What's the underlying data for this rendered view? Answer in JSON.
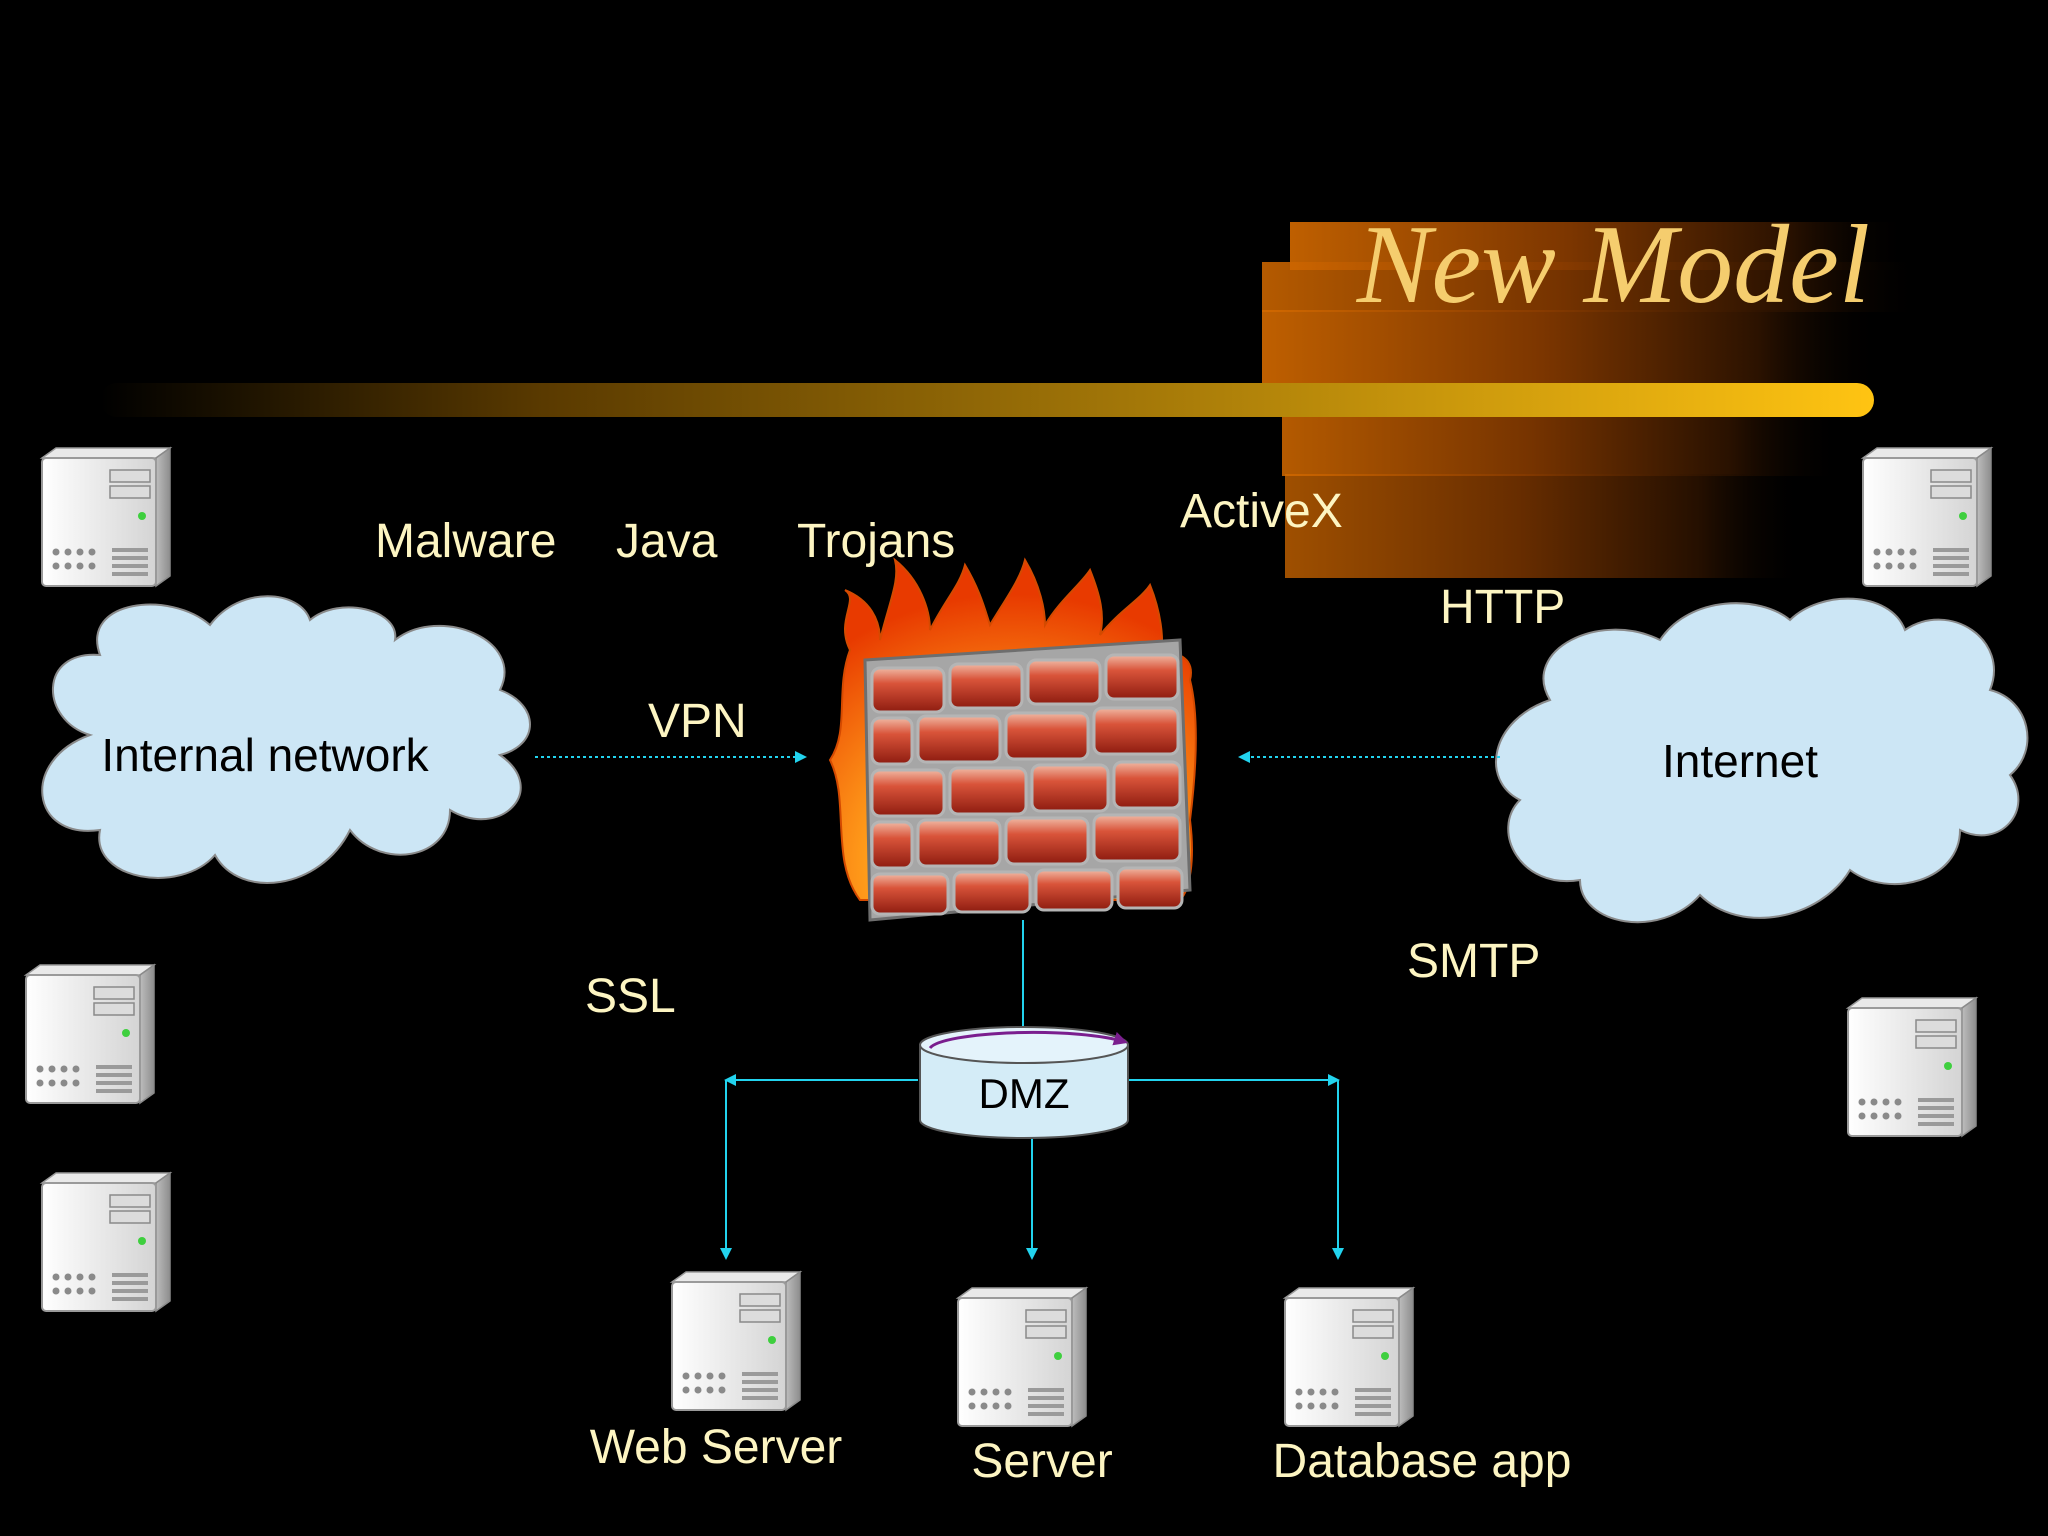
{
  "title": "New Model",
  "threats": {
    "malware": "Malware",
    "java": "Java",
    "trojans": "Trojans",
    "activex": "ActiveX"
  },
  "protocols": {
    "http": "HTTP",
    "vpn": "VPN",
    "ssl": "SSL",
    "smtp": "SMTP"
  },
  "clouds": {
    "internal": "Internal network",
    "internet": "Internet"
  },
  "dmz": "DMZ",
  "servers": {
    "web": "Web Server",
    "server": "Server",
    "database": "Database app"
  },
  "colors": {
    "background": "#000000",
    "label": "#fdf5c2",
    "title": "#f5cd6e",
    "cloud_fill": "#cce6f5",
    "arrow": "#22d3ee",
    "dmz_fill": "#d4ecf7"
  },
  "icons": {
    "firewall": "burning-brick-wall-icon",
    "server": "server-tower-icon",
    "cloud": "cloud-icon"
  }
}
